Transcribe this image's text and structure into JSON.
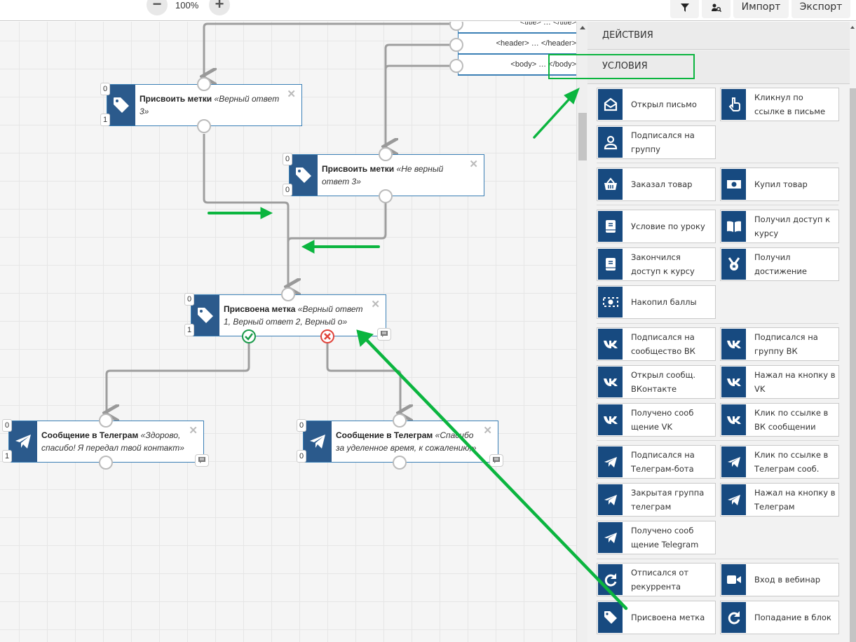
{
  "toolbar": {
    "zoom_out_label": "−",
    "zoom_level": "100%",
    "zoom_in_label": "+",
    "filter_icon": "filter-icon",
    "user_search_icon": "user-search-icon",
    "import_label": "Импорт",
    "export_label": "Экспорт"
  },
  "html_block": {
    "rows": [
      "<title> … </title>",
      "<header> … </header>",
      "<body> … </body>"
    ]
  },
  "nodes": [
    {
      "title": "Присвоить метки",
      "detail": "«Верный ответ 3»",
      "icon": "tag-icon",
      "in_count": "0",
      "out_count": "1"
    },
    {
      "title": "Присвоить метки",
      "detail": "«Не верный ответ 3»",
      "icon": "tag-icon",
      "in_count": "0",
      "out_count": "0"
    },
    {
      "title": "Присвоена метка",
      "detail": "«Верный ответ 1, Верный ответ 2, Верный о»",
      "icon": "tag-icon",
      "in_count": "0",
      "out_count": "1"
    },
    {
      "title": "Сообщение в Телеграм",
      "detail": "«Здорово, спасибо! Я передал твой контакт»",
      "icon": "telegram-icon",
      "in_count": "0",
      "out_count": "1"
    },
    {
      "title": "Сообщение в Телеграм",
      "detail": "«Спасибо за уделенное время, к сожалению,»",
      "icon": "telegram-icon",
      "in_count": "0",
      "out_count": "0"
    }
  ],
  "panel": {
    "actions_label": "ДЕЙСТВИЯ",
    "conditions_label": "УСЛОВИЯ",
    "cards": [
      {
        "label": "Открыл письмо",
        "icon": "envelope-open-icon"
      },
      {
        "label": "Кликнул по ссылке в письме",
        "icon": "hand-pointer-icon"
      },
      {
        "label": "Подписался на группу",
        "icon": "user-icon"
      },
      {
        "label": "Заказал товар",
        "icon": "basket-icon"
      },
      {
        "label": "Купил товар",
        "icon": "money-icon"
      },
      {
        "label": "Условие по уроку",
        "icon": "book-icon"
      },
      {
        "label": "Получил доступ к курсу",
        "icon": "book-open-icon"
      },
      {
        "label": "Закончился доступ к курсу",
        "icon": "book-icon"
      },
      {
        "label": "Получил достижение",
        "icon": "medal-icon"
      },
      {
        "label": "Накопил баллы",
        "icon": "points-icon"
      },
      {
        "label": "Подписался на сообщество ВК",
        "icon": "vk-icon"
      },
      {
        "label": "Подписался на группу ВК",
        "icon": "vk-icon"
      },
      {
        "label": "Открыл сообщ. ВКонтакте",
        "icon": "vk-icon"
      },
      {
        "label": "Нажал на кнопку в VK",
        "icon": "vk-icon"
      },
      {
        "label": "Получено сооб щение VK",
        "icon": "vk-icon"
      },
      {
        "label": "Клик по ссылке в ВК сообщении",
        "icon": "vk-icon"
      },
      {
        "label": "Подписался на Телеграм-бота",
        "icon": "telegram-icon"
      },
      {
        "label": "Клик по ссылке в Телеграм сооб.",
        "icon": "telegram-icon"
      },
      {
        "label": "Закрытая группа телеграм",
        "icon": "telegram-icon"
      },
      {
        "label": "Нажал на кнопку в Телеграм",
        "icon": "telegram-icon"
      },
      {
        "label": "Получено сооб щение Telegram",
        "icon": "telegram-icon"
      },
      {
        "label": "Отписался от рекуррента",
        "icon": "redo-icon"
      },
      {
        "label": "Вход в вебинар",
        "icon": "video-camera-icon"
      },
      {
        "label": "Присвоена метка",
        "icon": "tag-icon"
      },
      {
        "label": "Попадание в блок",
        "icon": "redo-icon"
      }
    ]
  },
  "colors": {
    "node_icon_bg": "#2b5a8c",
    "card_icon_bg": "#174a80",
    "annotation_green": "#0bb53f",
    "yes_port": "#1a9a4a",
    "no_port": "#e0433a"
  }
}
